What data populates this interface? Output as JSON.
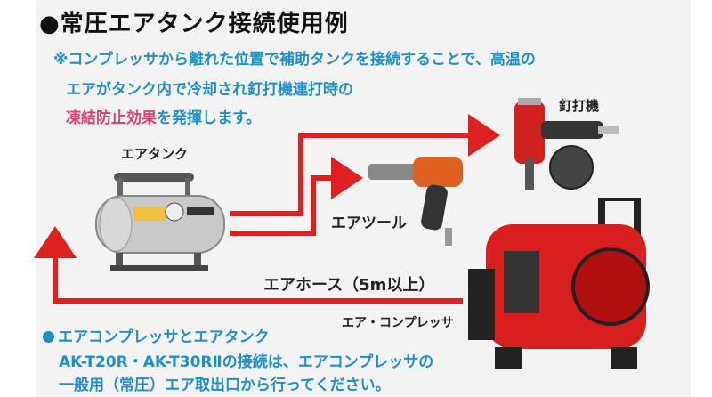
{
  "title": "●常圧エアタンク接続使用例",
  "note": {
    "line1": "※コンプレッサから離れた位置で補助タンクを接続することで、高温の",
    "line2": "エアがタンク内で冷却され釘打機連打時の",
    "line3_highlight": "凍結防止効果",
    "line3_rest": "を発揮します。"
  },
  "labels": {
    "air_tank": "エアタンク",
    "nailer": "釘打機",
    "air_tool": "エアツール",
    "compressor": "エア・コンプレッサ",
    "hose": "エアホース（5m以上）"
  },
  "footer": {
    "heading": "エアコンプレッサとエアタンク",
    "line2": "AK-T20R・AK-T30RⅡの接続は、エアコンプレッサの",
    "line3": "一般用（常圧）エア取出口から行ってください。"
  },
  "colors": {
    "hose_red": "#e02020",
    "accent_blue": "#1e90c8",
    "highlight_pink": "#e0407a"
  }
}
